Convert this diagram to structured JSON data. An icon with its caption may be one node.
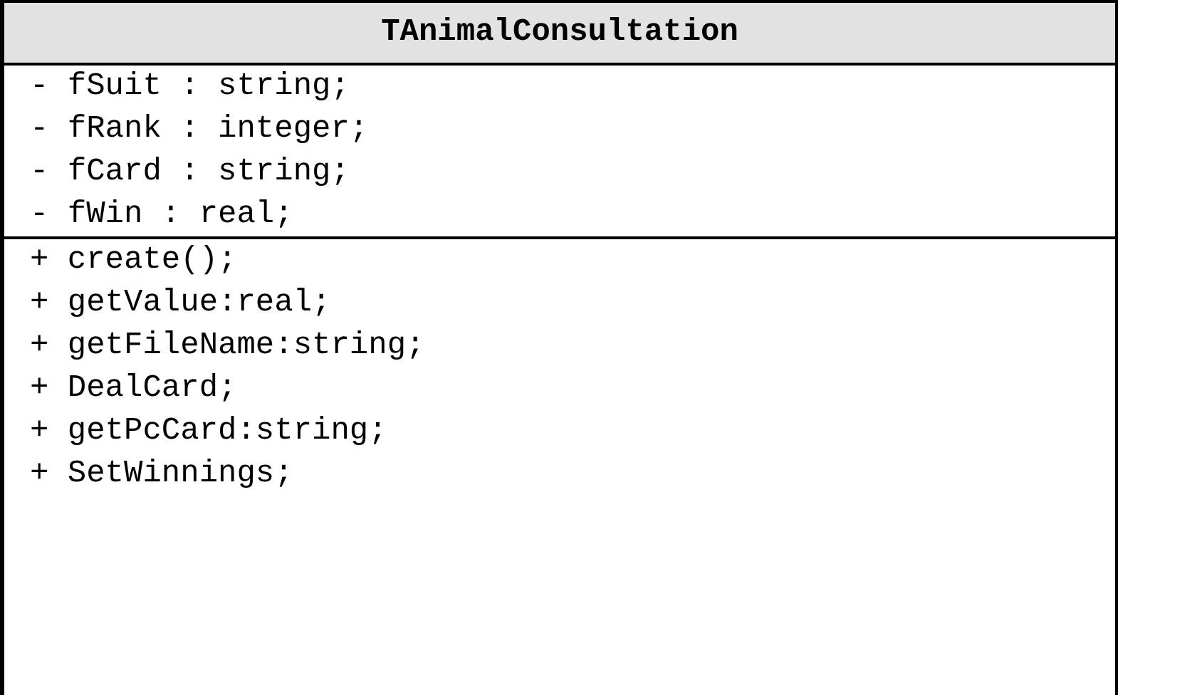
{
  "diagram": {
    "nodes": [
      {
        "text": [
          "TAnimalConsultation"
        ]
      },
      {
        "text": [
          "- fSuit : string;",
          "- fRank : integer;",
          "- fCard : string;",
          "- fWin : real;"
        ],
        "in": 0
      },
      {
        "text": [
          "+ create();",
          "+ getValue:real;",
          "+ getFileName:string;",
          "+ DealCard;",
          "+ getPcCard:string;",
          "+ SetWinnings;"
        ],
        "in": 0
      }
    ]
  }
}
